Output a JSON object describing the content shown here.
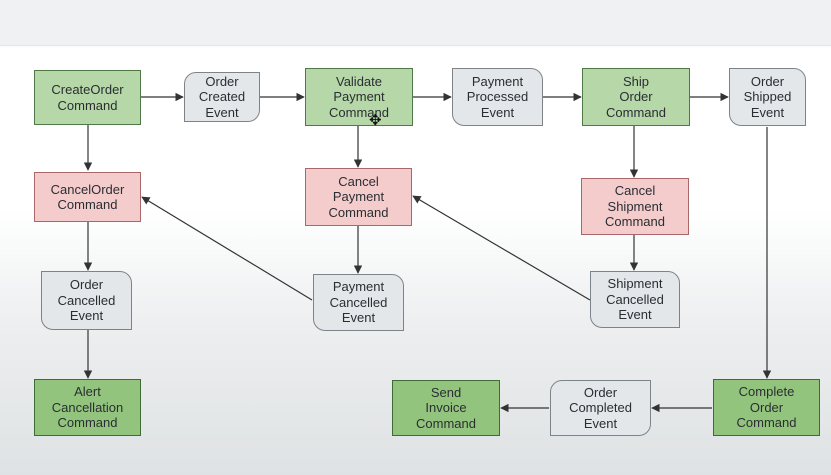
{
  "nodes": {
    "create_order_command": "CreateOrder\nCommand",
    "order_created_event": "Order\nCreated\nEvent",
    "validate_payment_command": "Validate\nPayment\nCommand",
    "payment_processed_event": "Payment\nProcessed\nEvent",
    "ship_order_command": "Ship\nOrder\nCommand",
    "order_shipped_event": "Order\nShipped\nEvent",
    "cancel_order_command": "CancelOrder\nCommand",
    "cancel_payment_command": "Cancel\nPayment\nCommand",
    "cancel_shipment_command": "Cancel\nShipment\nCommand",
    "order_cancelled_event": "Order\nCancelled\nEvent",
    "payment_cancelled_event": "Payment\nCancelled\nEvent",
    "shipment_cancelled_event": "Shipment\nCancelled\nEvent",
    "alert_cancellation_command": "Alert\nCancellation\nCommand",
    "send_invoice_command": "Send\nInvoice\nCommand",
    "order_completed_event": "Order\nCompleted\nEvent",
    "complete_order_command": "Complete\nOrder\nCommand"
  },
  "edges": [
    {
      "from": "create_order_command",
      "to": "order_created_event"
    },
    {
      "from": "order_created_event",
      "to": "validate_payment_command"
    },
    {
      "from": "validate_payment_command",
      "to": "payment_processed_event"
    },
    {
      "from": "payment_processed_event",
      "to": "ship_order_command"
    },
    {
      "from": "ship_order_command",
      "to": "order_shipped_event"
    },
    {
      "from": "create_order_command",
      "to": "cancel_order_command"
    },
    {
      "from": "validate_payment_command",
      "to": "cancel_payment_command"
    },
    {
      "from": "ship_order_command",
      "to": "cancel_shipment_command"
    },
    {
      "from": "cancel_order_command",
      "to": "order_cancelled_event"
    },
    {
      "from": "cancel_payment_command",
      "to": "payment_cancelled_event"
    },
    {
      "from": "cancel_shipment_command",
      "to": "shipment_cancelled_event"
    },
    {
      "from": "payment_cancelled_event",
      "to": "cancel_order_command"
    },
    {
      "from": "shipment_cancelled_event",
      "to": "cancel_payment_command"
    },
    {
      "from": "order_cancelled_event",
      "to": "alert_cancellation_command"
    },
    {
      "from": "order_shipped_event",
      "to": "complete_order_command"
    },
    {
      "from": "complete_order_command",
      "to": "order_completed_event"
    },
    {
      "from": "order_completed_event",
      "to": "send_invoice_command"
    }
  ],
  "colors": {
    "command": "#b6d7a8",
    "terminal_command": "#93c47d",
    "compensating_command": "#f4cccc",
    "event": "#e4e7e9",
    "arrow": "#333333"
  }
}
